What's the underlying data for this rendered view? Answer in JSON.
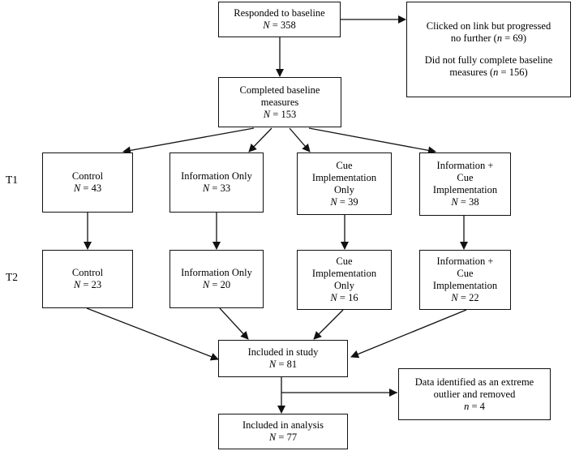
{
  "labels": {
    "t1": "T1",
    "t2": "T2"
  },
  "boxes": {
    "baseline": {
      "lines": [
        "Responded to baseline"
      ],
      "n": "N = 358"
    },
    "dropout": {
      "para1": [
        "Clicked on link but progressed",
        "no further (n = 69)"
      ],
      "para2": [
        "Did not fully complete baseline",
        "measures (n = 156)"
      ]
    },
    "completed": {
      "lines": [
        "Completed baseline",
        "measures"
      ],
      "n": "N = 153"
    },
    "t1": [
      {
        "lines": [
          "Control"
        ],
        "n": "N = 43"
      },
      {
        "lines": [
          "Information Only"
        ],
        "n": "N = 33"
      },
      {
        "lines": [
          "Cue",
          "Implementation",
          "Only"
        ],
        "n": "N = 39"
      },
      {
        "lines": [
          "Information +",
          "Cue",
          "Implementation"
        ],
        "n": "N = 38"
      }
    ],
    "t2": [
      {
        "lines": [
          "Control"
        ],
        "n": "N = 23"
      },
      {
        "lines": [
          "Information Only"
        ],
        "n": "N = 20"
      },
      {
        "lines": [
          "Cue",
          "Implementation",
          "Only"
        ],
        "n": "N = 16"
      },
      {
        "lines": [
          "Information +",
          "Cue",
          "Implementation"
        ],
        "n": "N = 22"
      }
    ],
    "included": {
      "lines": [
        "Included in study"
      ],
      "n": "N = 81"
    },
    "outlier": {
      "lines": [
        "Data identified as an extreme",
        "outlier and removed"
      ],
      "n": "n = 4"
    },
    "analysis": {
      "lines": [
        "Included in analysis"
      ],
      "n": "N = 77"
    }
  }
}
